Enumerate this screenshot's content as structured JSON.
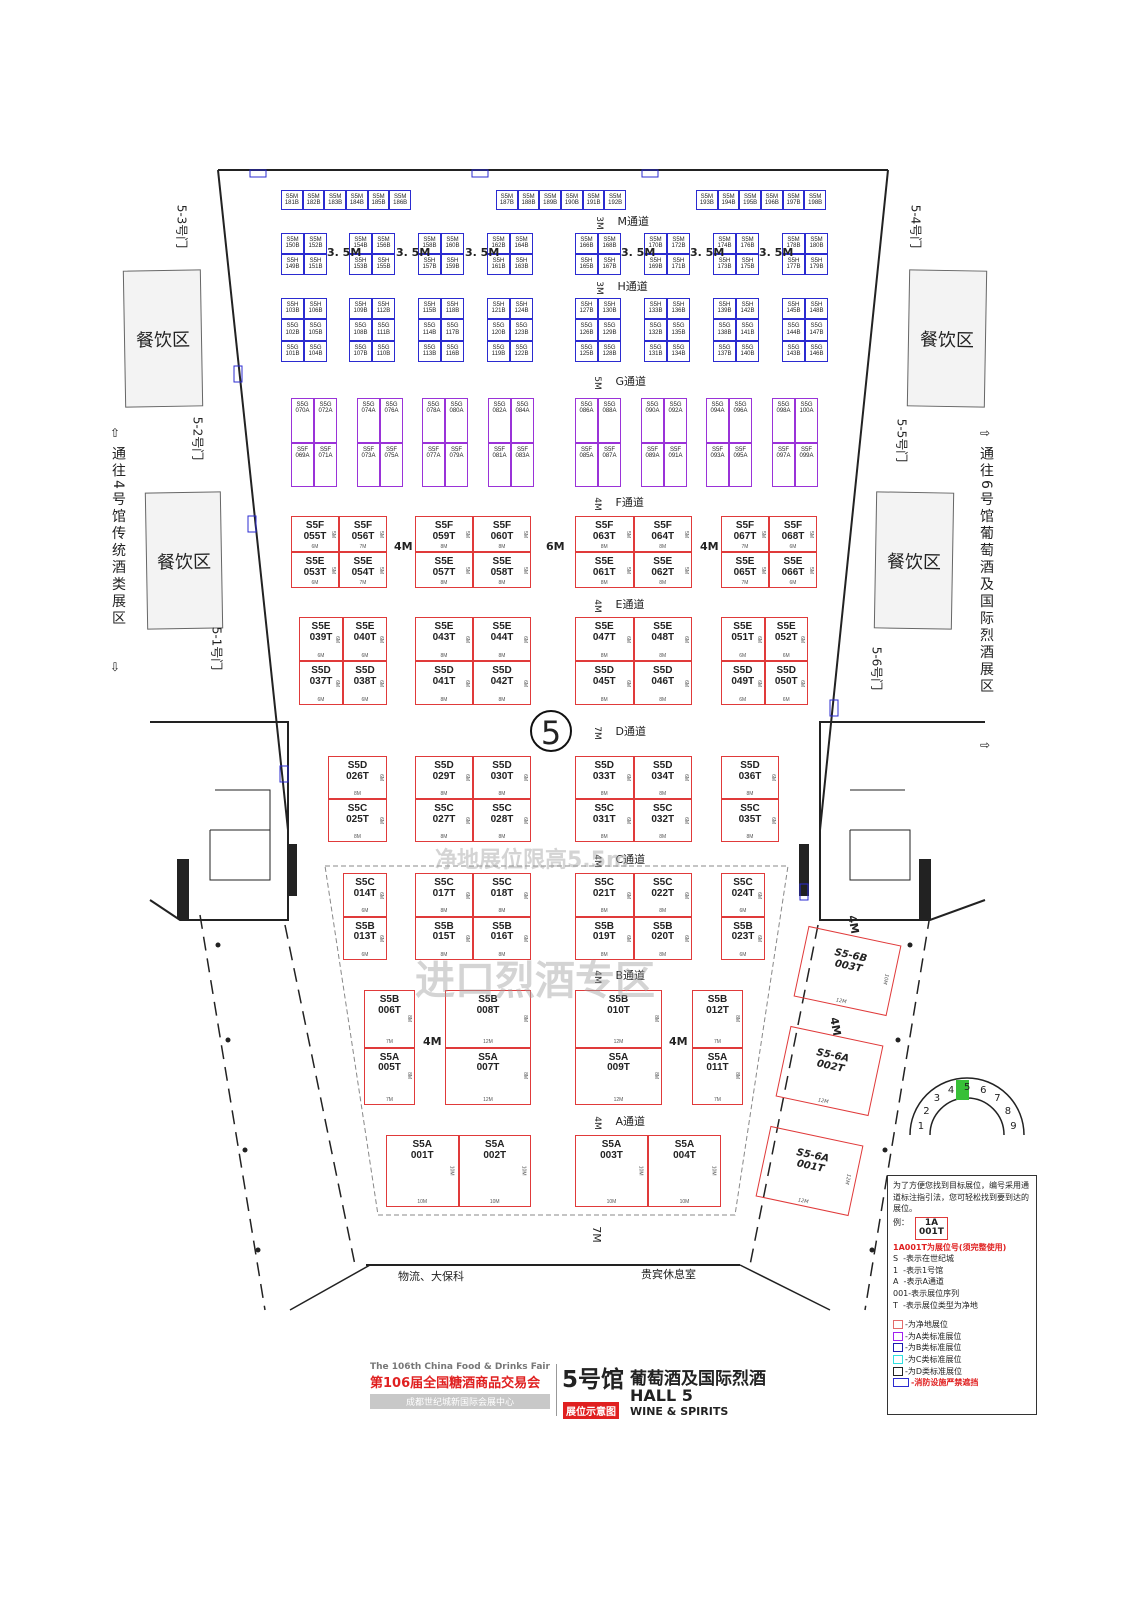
{
  "booths": {
    "row1": [
      {
        "rows": [
          [
            "S5M\n181B",
            "S5M\n182B",
            "S5M\n183B",
            "S5M\n184B",
            "S5M\n185B",
            "S5M\n186B"
          ]
        ]
      },
      {
        "rows": [
          [
            "S5M\n187B",
            "S5M\n188B",
            "S5M\n189B",
            "S5M\n190B",
            "S5M\n191B",
            "S5M\n192B"
          ]
        ]
      },
      {
        "rows": [
          [
            "S5M\n193B",
            "S5M\n194B",
            "S5M\n195B",
            "S5M\n196B",
            "S5M\n197B",
            "S5M\n198B"
          ]
        ]
      }
    ],
    "row2": [
      {
        "rows": [
          [
            "S5M\n150B",
            "S5M\n152B"
          ],
          [
            "S5H\n149B",
            "S5H\n151B"
          ]
        ]
      },
      {
        "rows": [
          [
            "S5M\n154B",
            "S5M\n156B"
          ],
          [
            "S5H\n153B",
            "S5H\n155B"
          ]
        ]
      },
      {
        "rows": [
          [
            "S5M\n158B",
            "S5M\n160B"
          ],
          [
            "S5H\n157B",
            "S5H\n159B"
          ]
        ]
      },
      {
        "rows": [
          [
            "S5M\n162B",
            "S5M\n164B"
          ],
          [
            "S5H\n161B",
            "S5H\n163B"
          ]
        ]
      },
      {
        "rows": [
          [
            "S5M\n166B",
            "S5M\n168B"
          ],
          [
            "S5H\n165B",
            "S5H\n167B"
          ]
        ]
      },
      {
        "rows": [
          [
            "S5M\n170B",
            "S5M\n172B"
          ],
          [
            "S5H\n169B",
            "S5H\n171B"
          ]
        ]
      },
      {
        "rows": [
          [
            "S5M\n174B",
            "S5M\n176B"
          ],
          [
            "S5H\n173B",
            "S5H\n175B"
          ]
        ]
      },
      {
        "rows": [
          [
            "S5M\n178B",
            "S5M\n180B"
          ],
          [
            "S5H\n177B",
            "S5H\n179B"
          ]
        ]
      }
    ],
    "row3": [
      {
        "rows": [
          [
            "S5H\n103B",
            "S5H\n106B"
          ],
          [
            "S5G\n102B",
            "S5G\n105B"
          ],
          [
            "S5G\n101B",
            "S5G\n104B"
          ]
        ]
      },
      {
        "rows": [
          [
            "S5H\n109B",
            "S5H\n112B"
          ],
          [
            "S5G\n108B",
            "S5G\n111B"
          ],
          [
            "S5G\n107B",
            "S5G\n110B"
          ]
        ]
      },
      {
        "rows": [
          [
            "S5H\n115B",
            "S5H\n118B"
          ],
          [
            "S5G\n114B",
            "S5G\n117B"
          ],
          [
            "S5G\n113B",
            "S5G\n116B"
          ]
        ]
      },
      {
        "rows": [
          [
            "S5H\n121B",
            "S5H\n124B"
          ],
          [
            "S5G\n120B",
            "S5G\n123B"
          ],
          [
            "S5G\n119B",
            "S5G\n122B"
          ]
        ]
      },
      {
        "rows": [
          [
            "S5H\n127B",
            "S5H\n130B"
          ],
          [
            "S5G\n126B",
            "S5G\n129B"
          ],
          [
            "S5G\n125B",
            "S5G\n128B"
          ]
        ]
      },
      {
        "rows": [
          [
            "S5H\n133B",
            "S5H\n136B"
          ],
          [
            "S5G\n132B",
            "S5G\n135B"
          ],
          [
            "S5G\n131B",
            "S5G\n134B"
          ]
        ]
      },
      {
        "rows": [
          [
            "S5H\n139B",
            "S5H\n142B"
          ],
          [
            "S5G\n138B",
            "S5G\n141B"
          ],
          [
            "S5G\n137B",
            "S5G\n140B"
          ]
        ]
      },
      {
        "rows": [
          [
            "S5H\n145B",
            "S5H\n148B"
          ],
          [
            "S5G\n144B",
            "S5G\n147B"
          ],
          [
            "S5G\n143B",
            "S5G\n146B"
          ]
        ]
      }
    ],
    "purple": [
      {
        "rows": [
          [
            "S5G\n070A",
            "S5G\n072A"
          ],
          [
            "S5F\n069A",
            "S5F\n071A"
          ]
        ]
      },
      {
        "rows": [
          [
            "S5G\n074A",
            "S5G\n076A"
          ],
          [
            "S5F\n073A",
            "S5F\n075A"
          ]
        ]
      },
      {
        "rows": [
          [
            "S5G\n078A",
            "S5G\n080A"
          ],
          [
            "S5F\n077A",
            "S5F\n079A"
          ]
        ]
      },
      {
        "rows": [
          [
            "S5G\n082A",
            "S5G\n084A"
          ],
          [
            "S5F\n081A",
            "S5F\n083A"
          ]
        ]
      },
      {
        "rows": [
          [
            "S5G\n086A",
            "S5G\n088A"
          ],
          [
            "S5F\n085A",
            "S5F\n087A"
          ]
        ]
      },
      {
        "rows": [
          [
            "S5G\n090A",
            "S5G\n092A"
          ],
          [
            "S5F\n089A",
            "S5F\n091A"
          ]
        ]
      },
      {
        "rows": [
          [
            "S5G\n094A",
            "S5G\n096A"
          ],
          [
            "S5F\n093A",
            "S5F\n095A"
          ]
        ]
      },
      {
        "rows": [
          [
            "S5G\n098A",
            "S5G\n100A"
          ],
          [
            "S5F\n097A",
            "S5F\n099A"
          ]
        ]
      }
    ],
    "redF": [
      {
        "rows": [
          [
            "S5F\n055T",
            "S5F\n056T"
          ],
          [
            "S5E\n053T",
            "S5E\n054T"
          ]
        ],
        "dw": [
          "6M",
          "7M"
        ],
        "dh": "5M"
      },
      {
        "rows": [
          [
            "S5F\n059T",
            "S5F\n060T"
          ],
          [
            "S5E\n057T",
            "S5E\n058T"
          ]
        ],
        "dw": [
          "8M",
          "8M"
        ],
        "dh": "5M"
      },
      {
        "rows": [
          [
            "S5F\n063T",
            "S5F\n064T"
          ],
          [
            "S5E\n061T",
            "S5E\n062T"
          ]
        ],
        "dw": [
          "8M",
          "8M"
        ],
        "dh": "5M"
      },
      {
        "rows": [
          [
            "S5F\n067T",
            "S5F\n068T"
          ],
          [
            "S5E\n065T",
            "S5E\n066T"
          ]
        ],
        "dw": [
          "7M",
          "6M"
        ],
        "dh": "5M"
      }
    ],
    "redE": [
      {
        "rows": [
          [
            "S5E\n039T",
            "S5E\n040T"
          ],
          [
            "S5D\n037T",
            "S5D\n038T"
          ]
        ],
        "dw": [
          "6M",
          "6M"
        ],
        "dh": "6M"
      },
      {
        "rows": [
          [
            "S5E\n043T",
            "S5E\n044T"
          ],
          [
            "S5D\n041T",
            "S5D\n042T"
          ]
        ],
        "dw": [
          "8M",
          "8M"
        ],
        "dh": "6M"
      },
      {
        "rows": [
          [
            "S5E\n047T",
            "S5E\n048T"
          ],
          [
            "S5D\n045T",
            "S5D\n046T"
          ]
        ],
        "dw": [
          "8M",
          "8M"
        ],
        "dh": "6M"
      },
      {
        "rows": [
          [
            "S5E\n051T",
            "S5E\n052T"
          ],
          [
            "S5D\n049T",
            "S5D\n050T"
          ]
        ],
        "dw": [
          "6M",
          "6M"
        ],
        "dh": "6M"
      }
    ],
    "redD": [
      {
        "rows": [
          [
            "S5D\n026T"
          ],
          [
            "S5C\n025T"
          ]
        ],
        "dw": [
          "8M"
        ],
        "dh": "6M"
      },
      {
        "rows": [
          [
            "S5D\n029T",
            "S5D\n030T"
          ],
          [
            "S5C\n027T",
            "S5C\n028T"
          ]
        ],
        "dw": [
          "8M",
          "8M"
        ],
        "dh": "6M"
      },
      {
        "rows": [
          [
            "S5D\n033T",
            "S5D\n034T"
          ],
          [
            "S5C\n031T",
            "S5C\n032T"
          ]
        ],
        "dw": [
          "8M",
          "8M"
        ],
        "dh": "6M"
      },
      {
        "rows": [
          [
            "S5D\n036T"
          ],
          [
            "S5C\n035T"
          ]
        ],
        "dw": [
          "8M"
        ],
        "dh": "6M"
      }
    ],
    "redC": [
      {
        "rows": [
          [
            "S5C\n014T"
          ],
          [
            "S5B\n013T"
          ]
        ],
        "dw": [
          "6M"
        ],
        "dh": "6M"
      },
      {
        "rows": [
          [
            "S5C\n017T",
            "S5C\n018T"
          ],
          [
            "S5B\n015T",
            "S5B\n016T"
          ]
        ],
        "dw": [
          "8M",
          "8M"
        ],
        "dh": "6M"
      },
      {
        "rows": [
          [
            "S5C\n021T",
            "S5C\n022T"
          ],
          [
            "S5B\n019T",
            "S5B\n020T"
          ]
        ],
        "dw": [
          "8M",
          "8M"
        ],
        "dh": "6M"
      },
      {
        "rows": [
          [
            "S5C\n024T"
          ],
          [
            "S5B\n023T"
          ]
        ],
        "dw": [
          "6M"
        ],
        "dh": "6M"
      }
    ],
    "redB": [
      {
        "rows": [
          [
            "S5B\n006T"
          ],
          [
            "S5A\n005T"
          ]
        ],
        "dw": [
          "7M"
        ],
        "dh": "8M"
      },
      {
        "rows": [
          [
            "S5B\n008T"
          ],
          [
            "S5A\n007T"
          ]
        ],
        "dw": [
          "12M"
        ],
        "dh": "8M"
      },
      {
        "rows": [
          [
            "S5B\n010T"
          ],
          [
            "S5A\n009T"
          ]
        ],
        "dw": [
          "12M"
        ],
        "dh": "8M"
      },
      {
        "rows": [
          [
            "S5B\n012T"
          ],
          [
            "S5A\n011T"
          ]
        ],
        "dw": [
          "7M"
        ],
        "dh": "8M"
      }
    ],
    "redA": [
      {
        "rows": [
          [
            "S5A\n001T",
            "S5A\n002T"
          ]
        ],
        "dw": [
          "10M",
          "10M"
        ],
        "dh": "10M"
      },
      {
        "rows": [
          [
            "S5A\n003T",
            "S5A\n004T"
          ]
        ],
        "dw": [
          "10M",
          "10M"
        ],
        "dh": "10M"
      }
    ],
    "hall56": [
      {
        "label": "S5-6B\n003T",
        "w": "12M",
        "h": "10M"
      },
      {
        "label": "S5-6A\n002T",
        "w": "12M",
        "h": ""
      },
      {
        "label": "S5-6A\n001T",
        "w": "12M",
        "h": "12M"
      }
    ]
  },
  "aisles": [
    {
      "width": "3M",
      "name": "M通道"
    },
    {
      "width": "3M",
      "name": "H通道"
    },
    {
      "width": "5M",
      "name": "G通道"
    },
    {
      "width": "4M",
      "name": "F通道"
    },
    {
      "width": "4M",
      "name": "E通道"
    },
    {
      "width": "7M",
      "name": "D通道"
    },
    {
      "width": "4M",
      "name": "C通道"
    },
    {
      "width": "4M",
      "name": "B通道"
    },
    {
      "width": "4M",
      "name": "A通道"
    }
  ],
  "gaps": {
    "row2": "3. 5M",
    "f_left": "4M",
    "f_mid": "6M",
    "f_right": "4M",
    "b_left": "4M",
    "b_right": "4M",
    "side1": "4M",
    "side2": "4M",
    "bottom": "7M"
  },
  "dining": "餐饮区",
  "doors": [
    "5-1号门",
    "5-2号门",
    "5-3号门",
    "5-4号门",
    "5-5号门",
    "5-6号门"
  ],
  "hall_number": "5",
  "left_direction": "通往4号馆传统酒类展区",
  "right_direction": "通往6号馆葡萄酒及国际烈酒展区",
  "rooms": {
    "logistics": "物流、大保科",
    "vip": "贵宾休息室"
  },
  "watermarks": {
    "height_limit": "净地展位限高5.5m",
    "spirits_zone": "进口烈酒专区"
  },
  "fan_numbers": [
    "1",
    "2",
    "3",
    "4",
    "5",
    "6",
    "7",
    "8",
    "9"
  ],
  "legend": {
    "intro": "为了方便您找到目标展位，编号采用通道标注指引法，您可轻松找到要到达的展位。",
    "example_label": "例：",
    "example_booth": "1A\n001T",
    "example_note": "1A001T为展位号(须完整使用)",
    "lines": [
      "S  -表示在世纪城",
      "1  -表示1号馆",
      "A  -表示A通道",
      "001-表示展位序列",
      "T  -表示展位类型为净地"
    ],
    "types": [
      {
        "color": "#e36b6b",
        "text": "-为净地展位"
      },
      {
        "color": "#a020f0",
        "text": "-为A类标准展位"
      },
      {
        "color": "#1a1ab0",
        "text": "-为B类标准展位"
      },
      {
        "color": "#30e0e0",
        "text": "-为C类标准展位"
      },
      {
        "color": "#222222",
        "text": "-为D类标准展位"
      }
    ],
    "fire_note": "-消防设施严禁遮挡"
  },
  "title": {
    "en_fair": "The 106th China Food & Drinks Fair",
    "cn_fair": "第106届全国糖酒商品交易会",
    "venue": "成都世纪城新国际会展中心",
    "hall": "5号馆",
    "hall_theme": "葡萄酒及国际烈酒",
    "hall_en": "HALL 5",
    "badge": "展位示意图",
    "theme_en": "WINE & SPIRITS"
  }
}
